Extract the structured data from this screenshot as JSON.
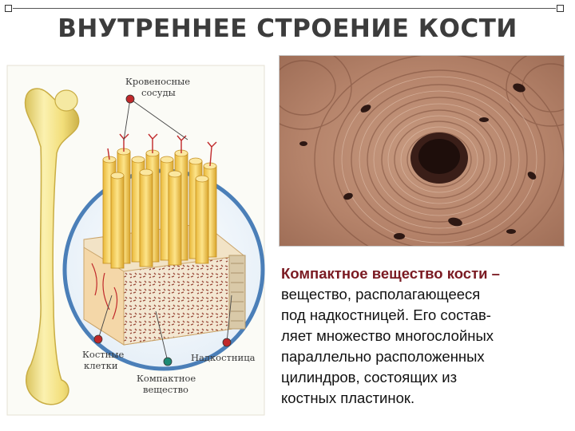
{
  "title": "ВНУТРЕННЕЕ СТРОЕНИЕ КОСТИ",
  "diagram": {
    "label_vessels_1": "Кровеносные",
    "label_vessels_2": "сосуды",
    "label_cells_1": "Костные",
    "label_cells_2": "клетки",
    "label_periosteum": "Надкостница",
    "label_compact_1": "Компактное",
    "label_compact_2": "вещество"
  },
  "description": {
    "heading": "Компактное вещество кости –",
    "lines": [
      "вещество, располагающееся",
      "под надкостницей. Его состав-",
      "ляет множество многослойных",
      "параллельно расположенных",
      "цилиндров, состоящих из",
      "костных пластинок."
    ]
  },
  "colors": {
    "title": "#3c3c3c",
    "heading": "#7a1a22",
    "bone": "#f1df7a",
    "ring": "#4b7fb8",
    "vessel": "#c0282a"
  }
}
